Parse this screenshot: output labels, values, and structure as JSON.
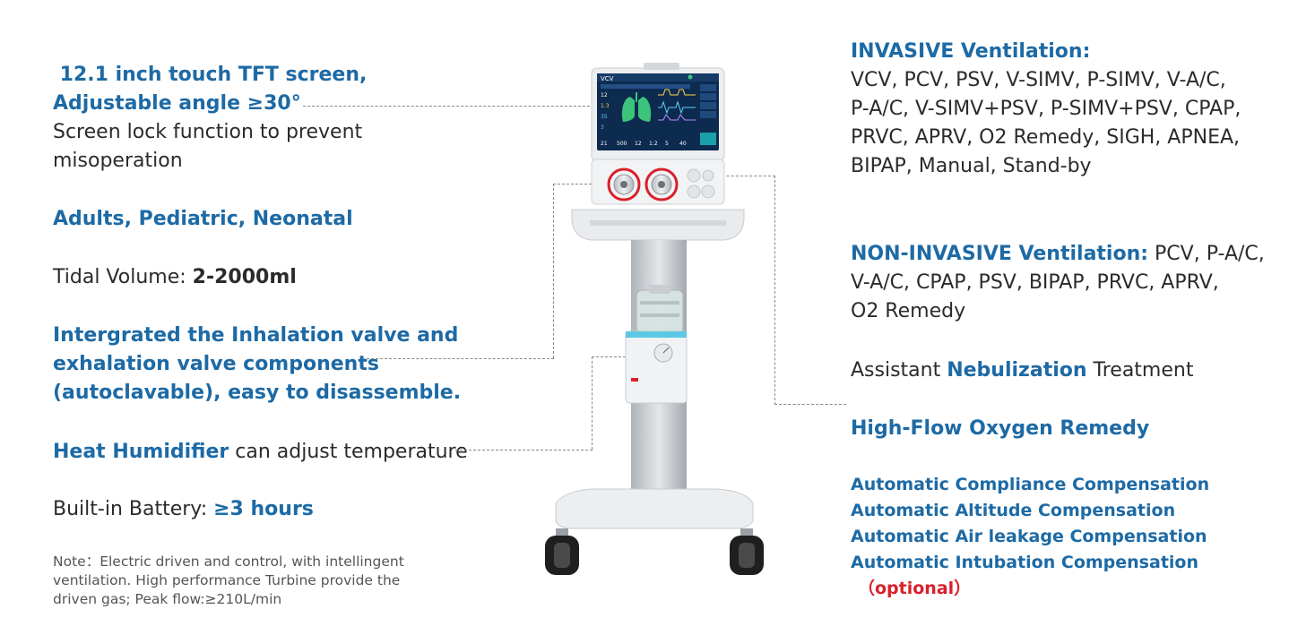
{
  "left": {
    "screen_title1": " 12.1 inch touch TFT screen,",
    "screen_title2": "Adjustable angle ≥30°",
    "screen_desc1": "Screen lock function to prevent",
    "screen_desc2": "misoperation",
    "patients": "Adults, Pediatric, Neonatal",
    "tidal_label": "Tidal Volume: ",
    "tidal_value": "2-2000ml",
    "valve1": "Intergrated the Inhalation valve and",
    "valve2": "exhalation valve components",
    "valve3": "(autoclavable), easy to disassemble.",
    "humid_bold": "Heat Humidifier",
    "humid_rest": " can adjust temperature",
    "battery_label": "Built-in Battery: ",
    "battery_value": "≥3 hours",
    "note": "Note：Electric driven and control, with intellingent ventilation. High performance Turbine provide the driven gas; Peak flow:≥210L/min"
  },
  "right": {
    "invasive_title": "INVASIVE Ventilation:",
    "invasive1": "VCV, PCV, PSV, V-SIMV, P-SIMV, V-A/C,",
    "invasive2": "P-A/C, V-SIMV+PSV, P-SIMV+PSV, CPAP,",
    "invasive3": "PRVC, APRV, O2 Remedy, SIGH, APNEA,",
    "invasive4": "BIPAP, Manual, Stand-by",
    "noninv_title": "NON-INVASIVE Ventilation:",
    "noninv1": " PCV, P-A/C,",
    "noninv2": "V-A/C, CPAP, PSV, BIPAP, PRVC, APRV,",
    "noninv3": "O2 Remedy",
    "neb_pre": "Assistant ",
    "neb_bold": "Nebulization",
    "neb_post": " Treatment",
    "highflow": "High-Flow Oxygen Remedy",
    "comp1": "Automatic Compliance Compensation",
    "comp2": "Automatic Altitude Compensation",
    "comp3": "Automatic Air leakage Compensation",
    "comp4": "Automatic Intubation Compensation",
    "optional": "（optional）"
  },
  "screen": {
    "mode": "VCV",
    "values": [
      "12",
      "1.3",
      "35",
      "3",
      "21",
      "500",
      "12",
      "1:2",
      "5",
      "40"
    ]
  },
  "colors": {
    "accent": "#1d6aa5",
    "optional": "#d9202a",
    "screen_bg": "#0d2a4f",
    "lung": "#3bc47a"
  }
}
